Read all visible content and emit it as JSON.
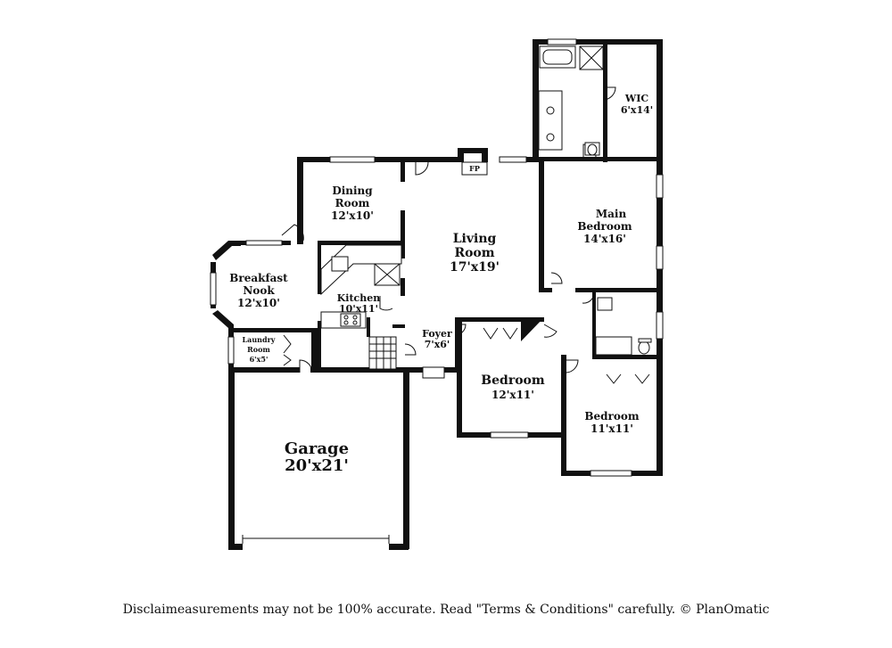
{
  "rooms": {
    "dining": {
      "name_1": "Dining",
      "name_2": "Room",
      "size": "12'x10'"
    },
    "living": {
      "name_1": "Living",
      "name_2": "Room",
      "size": "17'x19'"
    },
    "breakfast": {
      "name_1": "Breakfast",
      "name_2": "Nook",
      "size": "12'x10'"
    },
    "kitchen": {
      "name": "Kitchen",
      "size": "10'x11'"
    },
    "laundry": {
      "name_1": "Laundry",
      "name_2": "Room",
      "size": "6'x5'"
    },
    "foyer": {
      "name": "Foyer",
      "size": "7'x6'"
    },
    "main_bedroom": {
      "name_1": "Main",
      "name_2": "Bedroom",
      "size": "14'x16'"
    },
    "wic": {
      "name": "WIC",
      "size": "6'x14'"
    },
    "bedroom_2": {
      "name": "Bedroom",
      "size": "12'x11'"
    },
    "bedroom_3": {
      "name": "Bedroom",
      "size": "11'x11'"
    },
    "garage": {
      "name": "Garage",
      "size": "20'x21'"
    }
  },
  "fireplace_label": "FP",
  "disclaimer": {
    "part_1": "Disclaim",
    "part_2": "easurements may not be 100% accurate. Read \"Terms & Conditions\" carefully. © PlanOmatic"
  }
}
